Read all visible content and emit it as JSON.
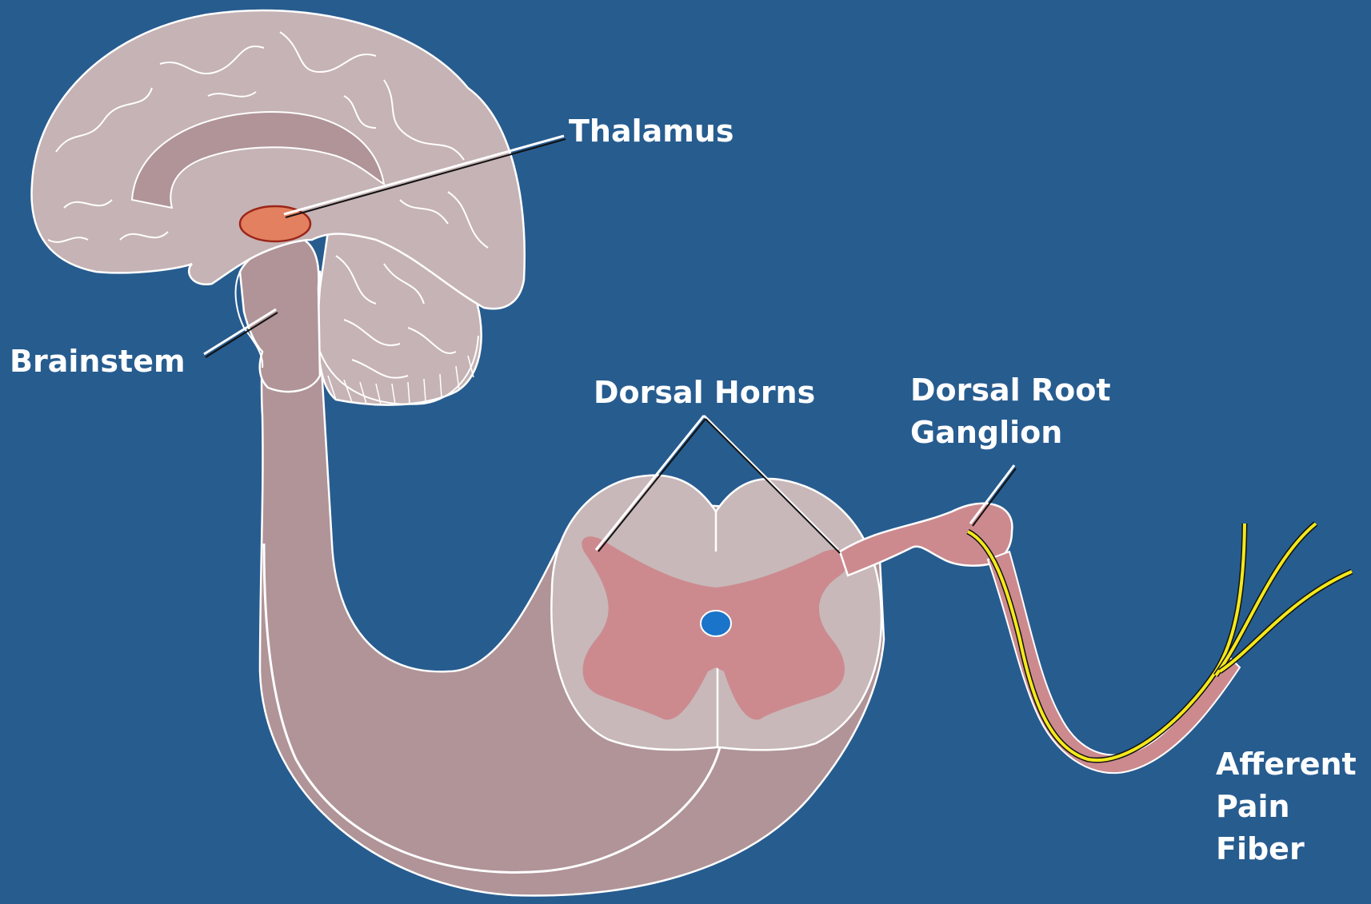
{
  "labels": {
    "thalamus": "Thalamus",
    "brainstem": "Brainstem",
    "dorsal_horns": "Dorsal Horns",
    "dorsal_root_ganglion": [
      "Dorsal Root",
      "Ganglion"
    ],
    "afferent_pain_fiber": [
      "Afferent",
      "Pain",
      "Fiber"
    ]
  },
  "colors": {
    "background": "#275c8f",
    "neural_tissue": "#b09498",
    "cerebrum": "#c6b3b5",
    "white_matter": "#c8b8b9",
    "gray_matter": "#cc8a8f",
    "thalamus": "#e28060",
    "central_canal": "#1a74c9",
    "pain_fiber": "#f4e81c",
    "outline": "#ffffff"
  }
}
